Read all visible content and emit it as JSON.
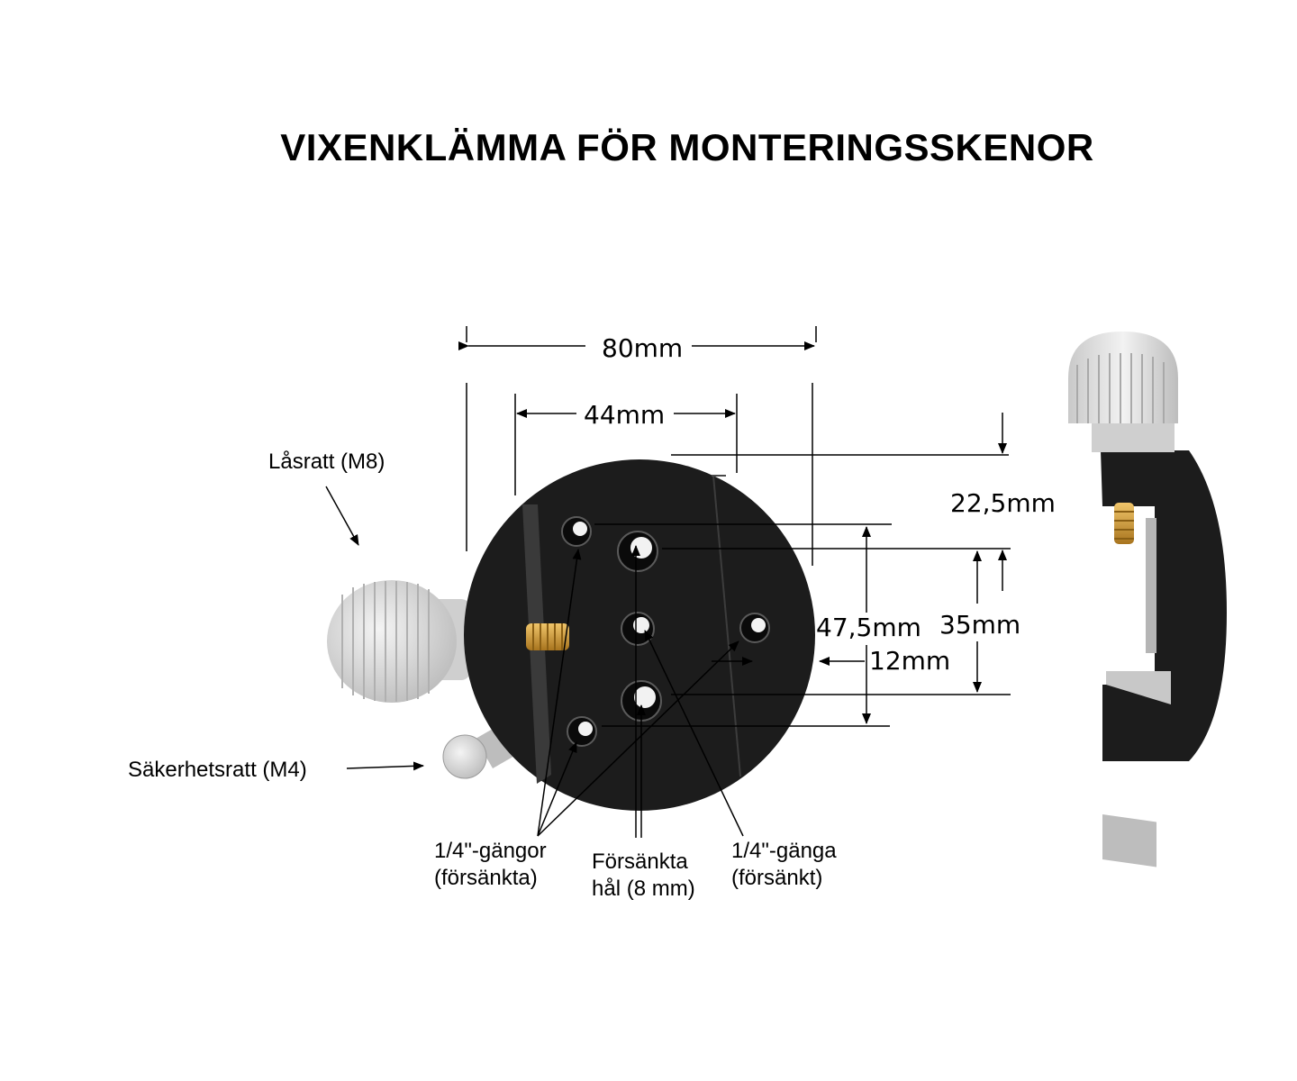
{
  "title": "VIXENKLÄMMA FÖR MONTERINGSSKENOR",
  "dimensions": {
    "width_outer": "80mm",
    "width_inner": "44mm",
    "offset_top": "22,5mm",
    "height_outer": "47,5mm",
    "height_inner": "35mm",
    "side_offset": "12mm"
  },
  "labels": {
    "lock_knob": "Låsratt (M8)",
    "safety_knob": "Säkerhetsratt (M4)",
    "threads_plural_line1": "1/4\"-gängor",
    "threads_plural_line2": "(försänkta)",
    "holes_line1": "Försänkta",
    "holes_line2": "hål (8 mm)",
    "thread_single_line1": "1/4\"-gänga",
    "thread_single_line2": "(försänkt)"
  },
  "colors": {
    "body": "#1c1c1c",
    "knob": "#d6d6d6",
    "brass": "#d9a441",
    "line": "#000000"
  }
}
